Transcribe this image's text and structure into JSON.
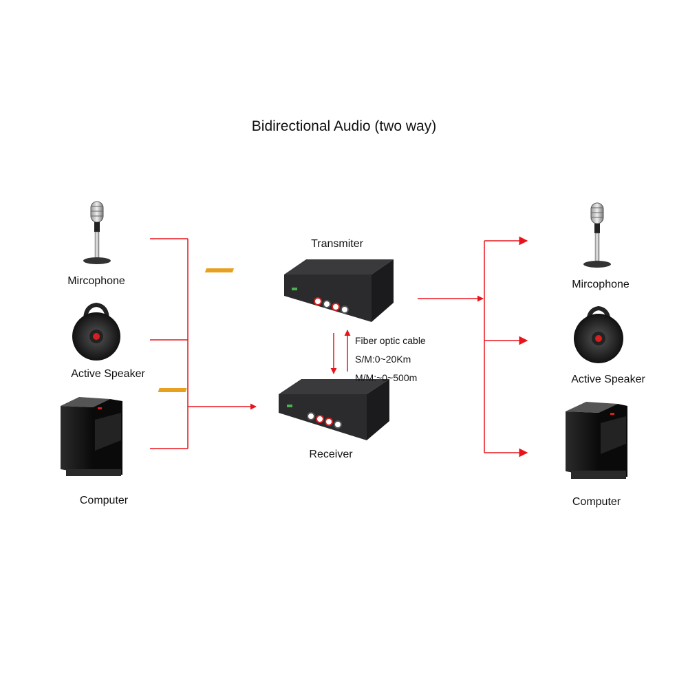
{
  "title": "Bidirectional Audio (two way)",
  "left_devices": {
    "microphone": "Mircophone",
    "speaker": "Active Speaker",
    "computer": "Computer"
  },
  "right_devices": {
    "microphone": "Mircophone",
    "speaker": "Active Speaker",
    "computer": "Computer"
  },
  "transmitter": {
    "label": "Transmiter"
  },
  "receiver": {
    "label": "Receiver"
  },
  "cable": {
    "name": "Fiber optic cable",
    "single_mode": "S/M:0~20Km",
    "multi_mode": "M/M:~0~500m"
  },
  "colors": {
    "connector": "#e8141b",
    "device": "#2a2a2c",
    "accent": "#d42020"
  }
}
